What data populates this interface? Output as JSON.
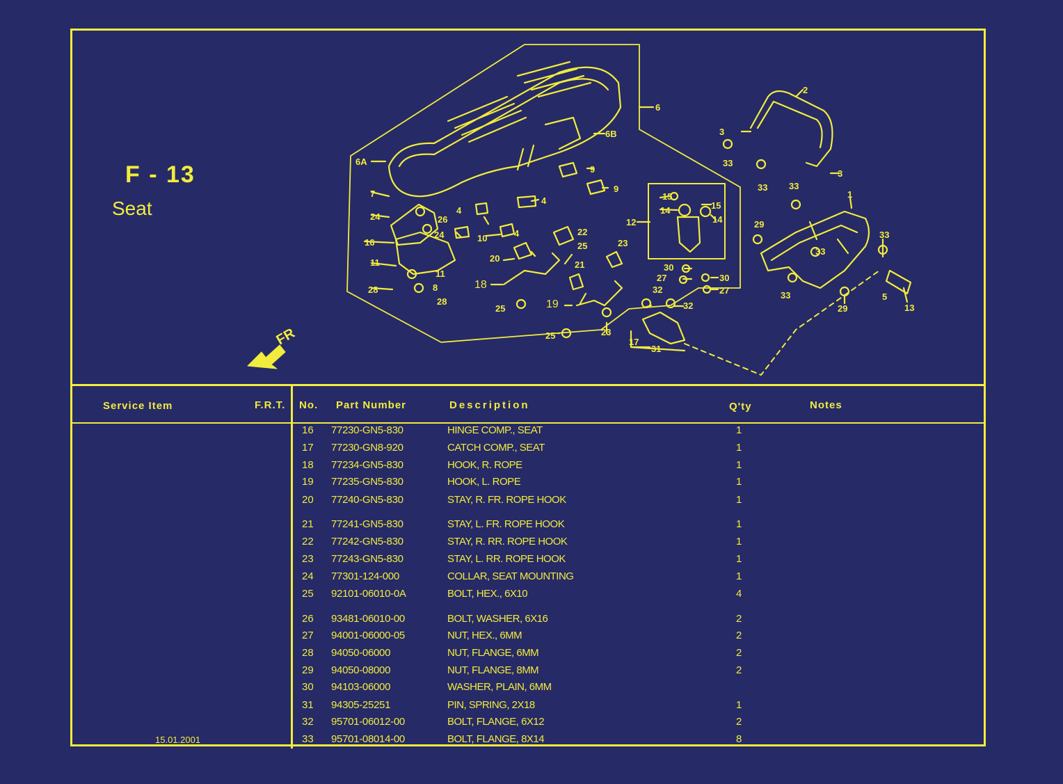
{
  "figure": {
    "code": "F - 13",
    "title": "Seat"
  },
  "diagram": {
    "direction_label": "FR",
    "callouts": [
      "2",
      "3",
      "33",
      "33",
      "3",
      "6",
      "6B",
      "6A",
      "9",
      "9",
      "4",
      "4",
      "7",
      "24",
      "26",
      "24",
      "10",
      "4",
      "22",
      "25",
      "16",
      "11",
      "11",
      "8",
      "28",
      "28",
      "20",
      "18",
      "21",
      "23",
      "19",
      "25",
      "25",
      "23",
      "12",
      "15",
      "15",
      "14",
      "14",
      "30",
      "27",
      "30",
      "27",
      "32",
      "32",
      "17",
      "31",
      "29",
      "33",
      "33",
      "1",
      "33",
      "33",
      "5",
      "29",
      "13"
    ]
  },
  "table": {
    "headers": {
      "service_item": "Service Item",
      "frt": "F.R.T.",
      "no": "No.",
      "part_number": "Part Number",
      "description": "Description",
      "qty": "Q'ty",
      "notes": "Notes"
    },
    "rows": [
      {
        "no": "16",
        "part": "77230-GN5-830",
        "desc": "HINGE COMP., SEAT",
        "qty": "1"
      },
      {
        "no": "17",
        "part": "77230-GN8-920",
        "desc": "CATCH COMP., SEAT",
        "qty": "1"
      },
      {
        "no": "18",
        "part": "77234-GN5-830",
        "desc": "HOOK, R. ROPE",
        "qty": "1"
      },
      {
        "no": "19",
        "part": "77235-GN5-830",
        "desc": "HOOK, L. ROPE",
        "qty": "1"
      },
      {
        "no": "20",
        "part": "77240-GN5-830",
        "desc": "STAY, R. FR. ROPE HOOK",
        "qty": "1"
      },
      {
        "no": "21",
        "part": "77241-GN5-830",
        "desc": "STAY, L. FR. ROPE HOOK",
        "qty": "1"
      },
      {
        "no": "22",
        "part": "77242-GN5-830",
        "desc": "STAY, R. RR. ROPE HOOK",
        "qty": "1"
      },
      {
        "no": "23",
        "part": "77243-GN5-830",
        "desc": "STAY, L. RR. ROPE HOOK",
        "qty": "1"
      },
      {
        "no": "24",
        "part": "77301-124-000",
        "desc": "COLLAR, SEAT MOUNTING",
        "qty": "1"
      },
      {
        "no": "25",
        "part": "92101-06010-0A",
        "desc": "BOLT, HEX., 6X10",
        "qty": "4"
      },
      {
        "no": "26",
        "part": "93481-06010-00",
        "desc": "BOLT, WASHER, 6X16",
        "qty": "2"
      },
      {
        "no": "27",
        "part": "94001-06000-05",
        "desc": "NUT, HEX., 6MM",
        "qty": "2"
      },
      {
        "no": "28",
        "part": "94050-06000",
        "desc": "NUT, FLANGE, 6MM",
        "qty": "2"
      },
      {
        "no": "29",
        "part": "94050-08000",
        "desc": "NUT, FLANGE, 8MM",
        "qty": "2"
      },
      {
        "no": "30",
        "part": "94103-06000",
        "desc": "WASHER, PLAIN, 6MM",
        "qty": ""
      },
      {
        "no": "31",
        "part": "94305-25251",
        "desc": "PIN, SPRING, 2X18",
        "qty": "1"
      },
      {
        "no": "32",
        "part": "95701-06012-00",
        "desc": "BOLT, FLANGE, 6X12",
        "qty": "2"
      },
      {
        "no": "33",
        "part": "95701-08014-00",
        "desc": "BOLT, FLANGE, 8X14",
        "qty": "8"
      }
    ]
  },
  "footer": {
    "date": "15.01.2001"
  },
  "colors": {
    "background": "#262a67",
    "ink": "#f2ec3c"
  }
}
